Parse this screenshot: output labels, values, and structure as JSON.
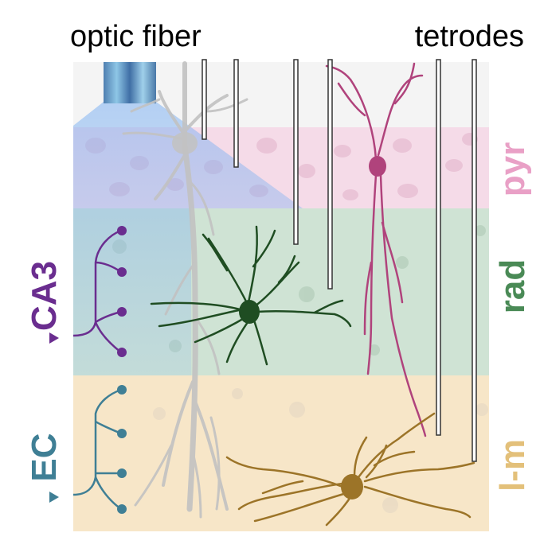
{
  "labels": {
    "optic_fiber": "optic fiber",
    "tetrodes": "tetrodes",
    "ca3": "CA3",
    "ec": "EC",
    "pyr": "pyr",
    "rad": "rad",
    "lm": "l-m"
  },
  "colors": {
    "oriens_layer": "#f4f4f4",
    "pyr_layer": "#f5dbe8",
    "rad_layer": "#cfe3d4",
    "lm_layer": "#f7e6c8",
    "light_cone": "#8fb3f0",
    "ca3_axon": "#6a2d8f",
    "ec_axon": "#3f7f95",
    "pyr_label": "#e9a0c6",
    "rad_label": "#4a8a56",
    "lm_label": "#e3c07a",
    "pyramidal_cell": "#c0c0c0",
    "green_interneuron": "#1f4d22",
    "magenta_interneuron": "#b0437c",
    "brown_interneuron": "#9c7428",
    "tetrode": "#333333"
  }
}
